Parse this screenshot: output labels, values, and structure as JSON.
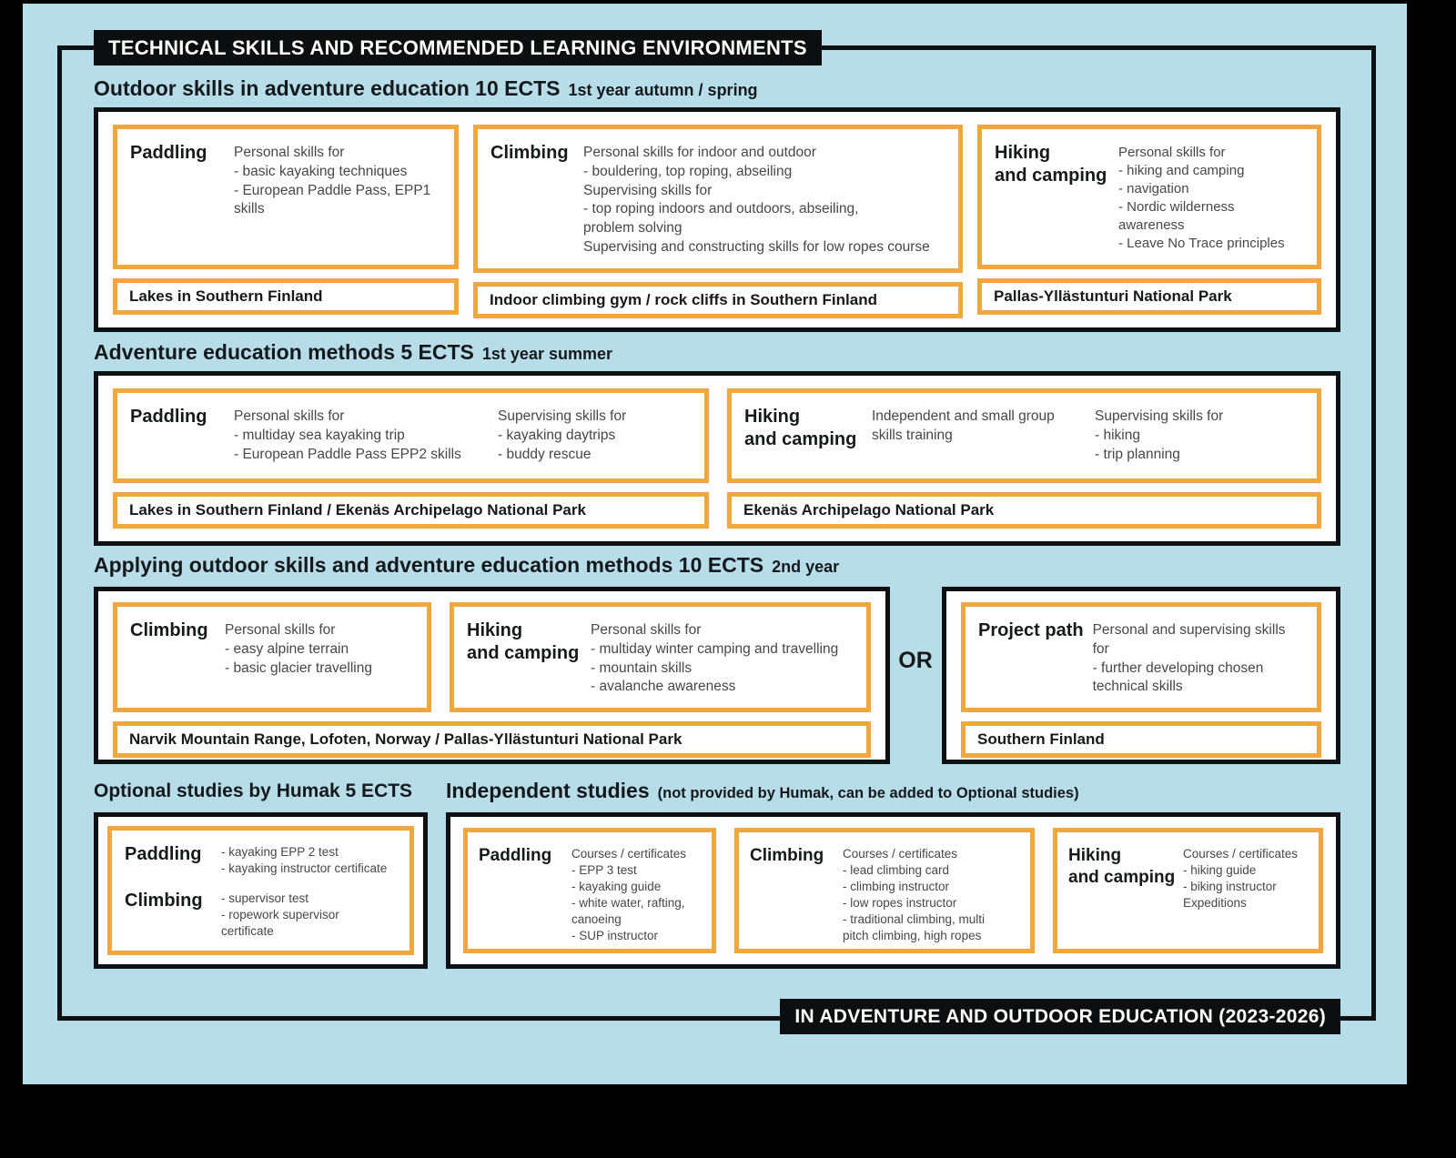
{
  "colors": {
    "background_black": "#000000",
    "background_blue": "#b7dde9",
    "accent_orange": "#f0a73e",
    "frame_black": "#0e1112",
    "body_text_gray": "#474747"
  },
  "title_bar": "TECHNICAL SKILLS AND RECOMMENDED LEARNING ENVIRONMENTS",
  "footer_bar": "IN ADVENTURE AND OUTDOOR EDUCATION (2023-2026)",
  "section1": {
    "title": "Outdoor skills in adventure education 10 ECTS",
    "subtitle": "1st year autumn / spring",
    "paddling": {
      "label": "Paddling",
      "desc": "Personal skills for\n- basic kayaking techniques\n- European Paddle Pass, EPP1 skills",
      "location": "Lakes in Southern Finland"
    },
    "climbing": {
      "label": "Climbing",
      "desc": "Personal skills for indoor and outdoor\n- bouldering, top roping, abseiling\nSupervising skills for\n- top roping indoors and outdoors, abseiling,\n  problem solving\nSupervising and constructing skills for low ropes course",
      "location": "Indoor climbing gym / rock cliffs in Southern Finland"
    },
    "hiking": {
      "label": "Hiking\nand camping",
      "desc": "Personal skills for\n- hiking and camping\n- navigation\n- Nordic wilderness awareness\n- Leave No Trace principles",
      "location": "Pallas-Yllästunturi National Park"
    }
  },
  "section2": {
    "title": "Adventure education methods 5 ECTS",
    "subtitle": "1st year summer",
    "paddling": {
      "label": "Paddling",
      "desc_a": "Personal skills for\n- multiday sea kayaking trip\n- European Paddle Pass EPP2 skills",
      "desc_b": "Supervising skills for\n- kayaking daytrips\n- buddy rescue",
      "location": "Lakes in Southern Finland / Ekenäs Archipelago National Park"
    },
    "hiking": {
      "label": "Hiking\nand camping",
      "desc_a": "Independent and small group\nskills training",
      "desc_b": "Supervising skills for\n- hiking\n- trip planning",
      "location": "Ekenäs Archipelago National Park"
    }
  },
  "section3": {
    "title": "Applying outdoor skills and adventure education methods 10 ECTS",
    "subtitle": "2nd year",
    "climbing": {
      "label": "Climbing",
      "desc": "Personal skills for\n- easy alpine terrain\n- basic glacier travelling"
    },
    "hiking": {
      "label": "Hiking\nand camping",
      "desc": "Personal skills for\n- multiday winter camping and travelling\n- mountain skills\n- avalanche awareness"
    },
    "left_location": "Narvik Mountain Range, Lofoten, Norway / Pallas-Yllästunturi National Park",
    "or_label": "OR",
    "project": {
      "label": "Project path",
      "desc": "Personal and supervising skills for\n- further developing chosen\ntechnical skills",
      "location": "Southern Finland"
    }
  },
  "section4": {
    "optional_title": "Optional studies by Humak 5 ECTS",
    "independent_title": "Independent studies",
    "independent_subtitle": "(not provided by Humak, can be added to Optional studies)",
    "optional": {
      "paddling_label": "Paddling",
      "paddling_desc": "- kayaking EPP 2 test\n- kayaking instructor certificate",
      "climbing_label": "Climbing",
      "climbing_desc": "- supervisor test\n- ropework supervisor\n  certificate"
    },
    "independent": {
      "paddling": {
        "label": "Paddling",
        "desc": "Courses / certificates\n- EPP 3 test\n- kayaking guide\n- white water, rafting,\n  canoeing\n- SUP instructor"
      },
      "climbing": {
        "label": "Climbing",
        "desc": "Courses / certificates\n- lead climbing card\n- climbing instructor\n- low ropes instructor\n- traditional climbing, multi\n  pitch climbing, high ropes"
      },
      "hiking": {
        "label": "Hiking\nand camping",
        "desc": "Courses / certificates\n- hiking guide\n- biking instructor\nExpeditions"
      }
    }
  }
}
